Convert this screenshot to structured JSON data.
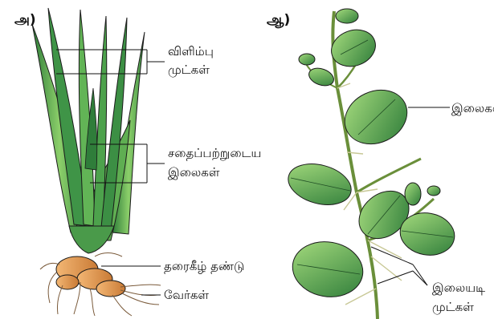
{
  "panel_a": {
    "tag": "அ)",
    "labels": {
      "spines_line1": "விளிம்பு",
      "spines_line2": "முட்கள்",
      "fleshy_line1": "சதைப்பற்றுடைய",
      "fleshy_line2": "இலைகள்",
      "rhizome": "தரைகீழ் தண்டு",
      "roots": "வேர்கள்"
    }
  },
  "panel_b": {
    "tag": "ஆ)",
    "labels": {
      "leaves": "இலைகள்",
      "stipule_line1": "இலையடி",
      "stipule_line2": "முட்கள்"
    }
  },
  "colors": {
    "leaf_dark": "#2f7d3a",
    "leaf_light": "#8ccf6a",
    "rhizome": "#d9954e",
    "outline": "#1a1a1a"
  }
}
